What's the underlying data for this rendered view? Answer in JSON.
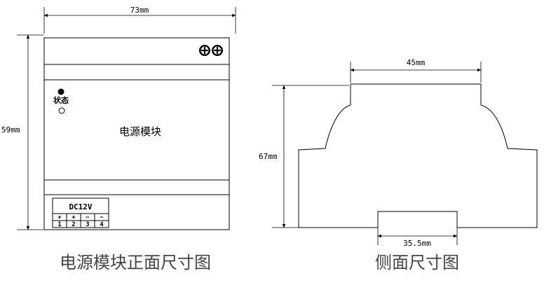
{
  "front_view": {
    "width_dim": "73mm",
    "height_dim": "59mm",
    "status_label": "状态",
    "module_label": "电源模块",
    "voltage_label": "DC12V",
    "terminals": [
      {
        "sign": "+",
        "num": "1"
      },
      {
        "sign": "+",
        "num": "2"
      },
      {
        "sign": "−",
        "num": "3"
      },
      {
        "sign": "−",
        "num": "4"
      }
    ],
    "caption": "电源模块正面尺寸图",
    "icons": [
      "screw-icon",
      "screw-icon"
    ]
  },
  "side_view": {
    "top_width_dim": "45mm",
    "height_dim": "67mm",
    "bottom_width_dim": "35.5mm",
    "caption": "侧面尺寸图"
  },
  "colors": {
    "line": "#000000",
    "caption": "#444444",
    "background": "#ffffff"
  }
}
